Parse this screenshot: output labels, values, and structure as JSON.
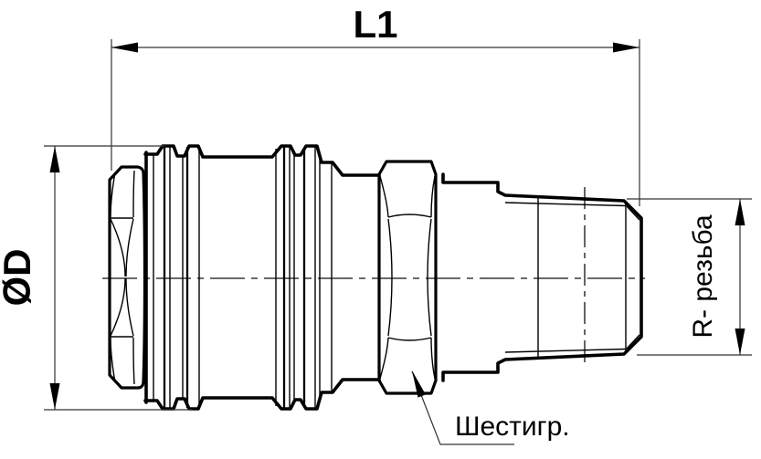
{
  "labels": {
    "length_dimension": "L1",
    "diameter_dimension": "ØD",
    "thread_dimension": "R- резьба",
    "hex_callout": "Шестигр."
  },
  "colors": {
    "outline": "#000000",
    "dimension_lines": "#333333",
    "background": "#ffffff"
  }
}
